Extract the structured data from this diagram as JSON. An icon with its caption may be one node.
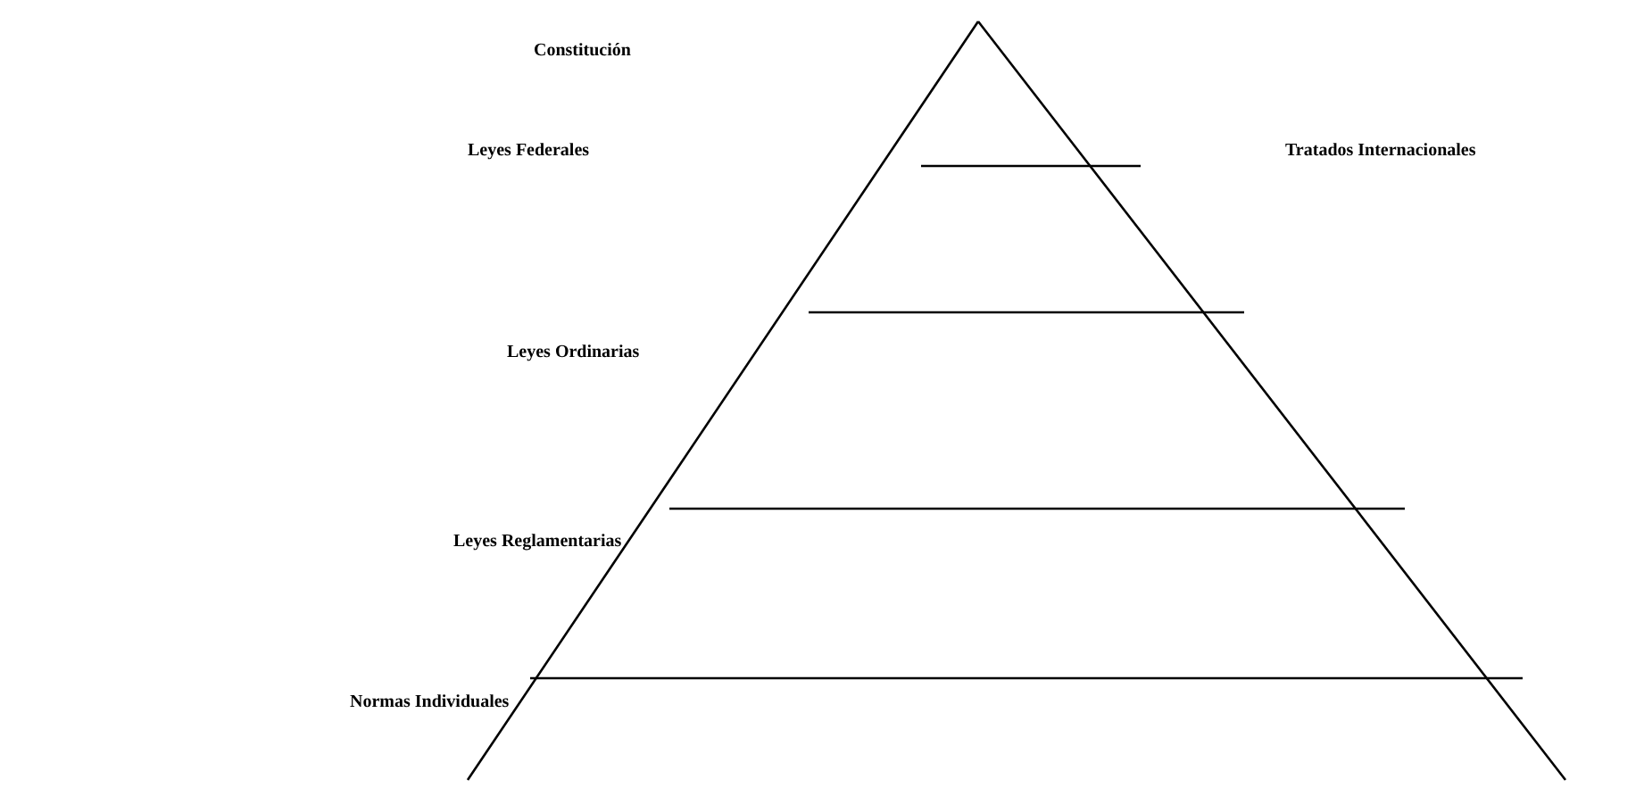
{
  "diagram": {
    "labels": [
      "Constitución",
      "Leyes Federales",
      "Tratados Internacionales",
      "Leyes Ordinarias",
      "Leyes Reglamentarias",
      "Normas Individuales"
    ]
  }
}
